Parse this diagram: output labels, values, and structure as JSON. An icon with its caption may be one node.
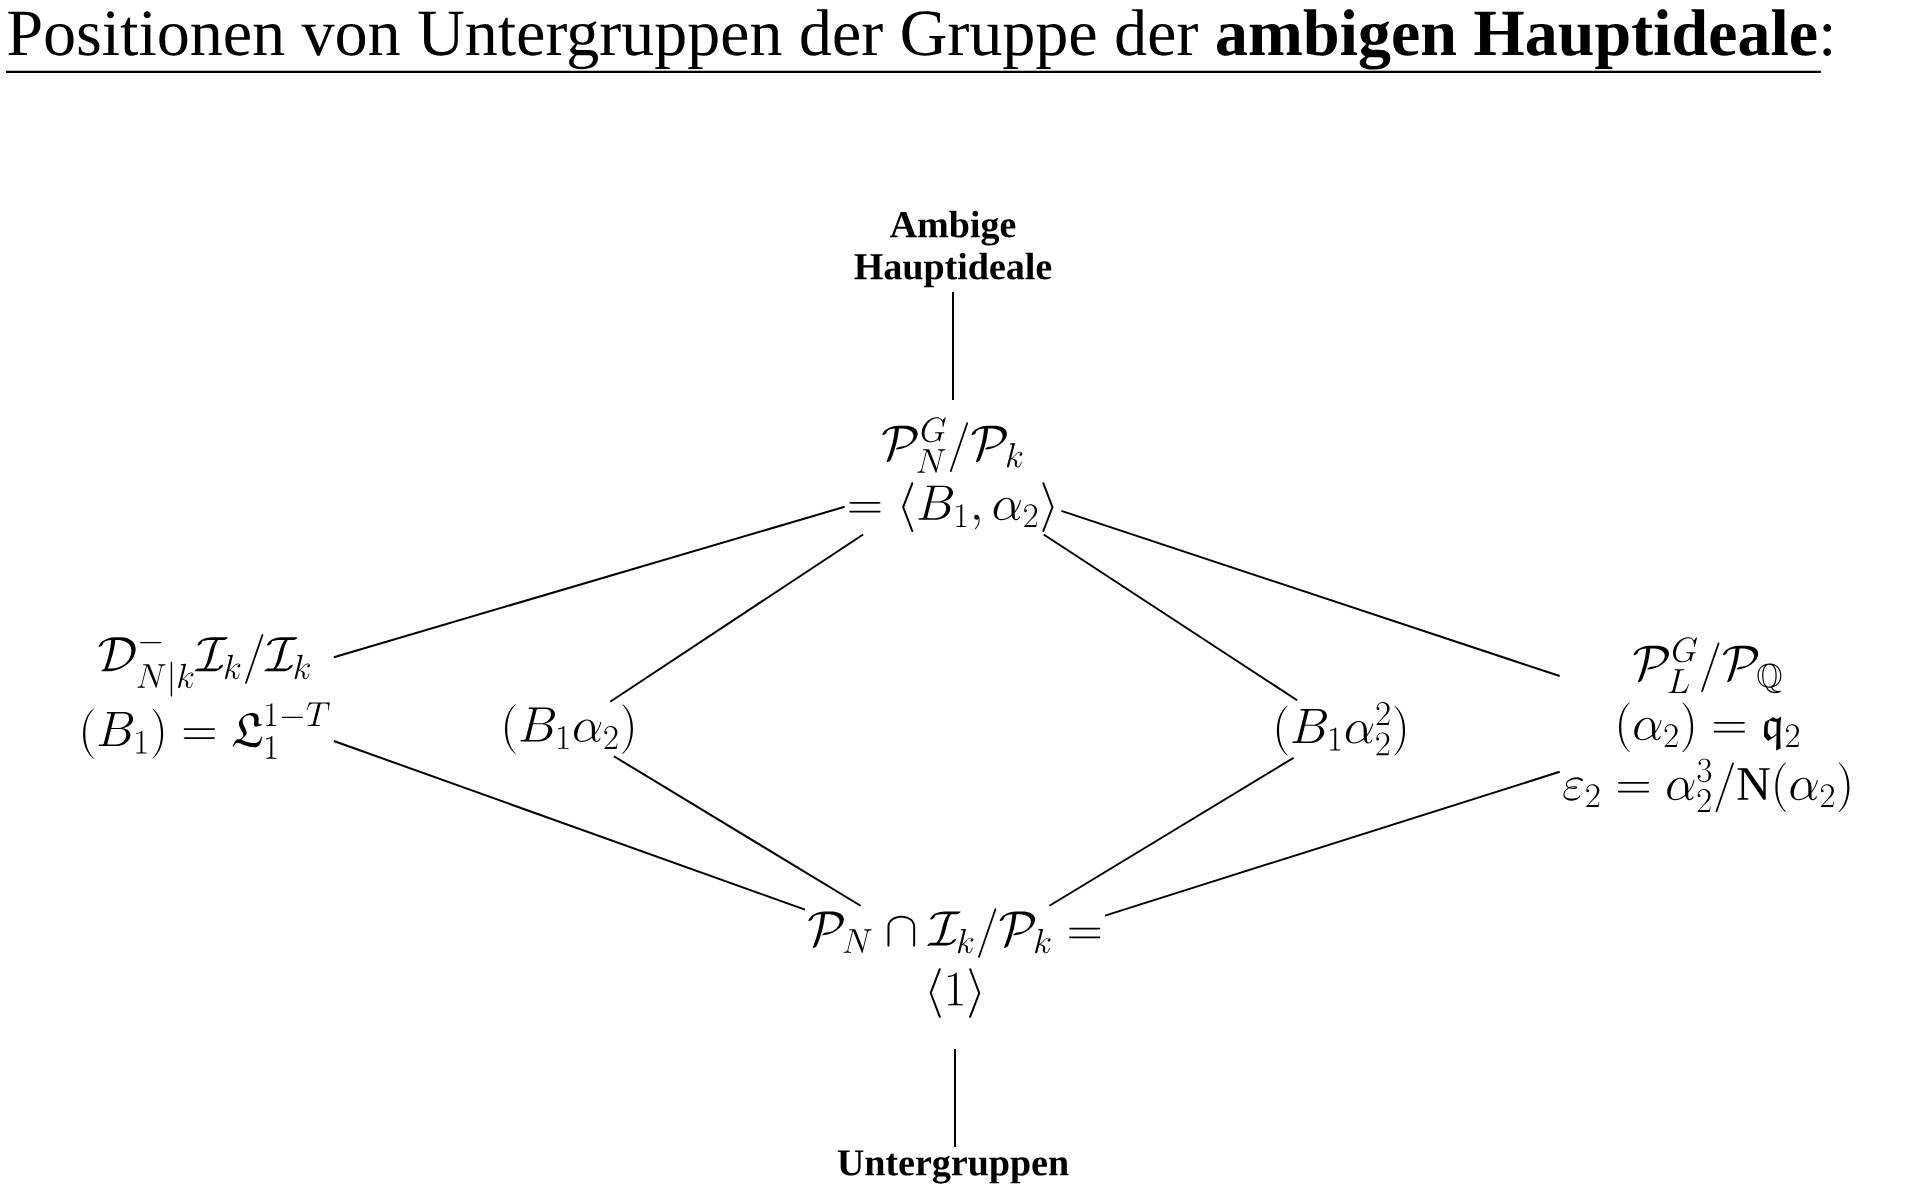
{
  "diagram": {
    "title": "Positionen von Untergruppen der Gruppe der **ambigen Hauptideale**:",
    "nodes": [
      {
        "text": [
          "Ambige Hauptideale"
        ]
      },
      {
        "text": [
          "\\mathcal{P}_N^G/\\mathcal{P}_k",
          "=\\langle B_1,\\alpha_2\\rangle"
        ]
      },
      {
        "text": [
          "\\mathcal{D}_{N|k}^{-}\\mathcal{I}_k/\\mathcal{I}_k",
          "(B_1)=\\mathfrak{L}_1^{1-T}"
        ]
      },
      {
        "text": [
          "(B_1\\alpha_2)"
        ]
      },
      {
        "text": [
          "(B_1\\alpha_2^2)"
        ]
      },
      {
        "text": [
          "\\mathcal{P}_L^G/\\mathcal{P}_{\\mathbb{Q}}",
          "(\\alpha_2)=\\mathfrak{q}_2",
          "\\varepsilon_2=\\alpha_2^3/\\mathrm{N}(\\alpha_2)"
        ]
      },
      {
        "text": [
          "\\mathcal{P}_N\\cap\\mathcal{I}_k/\\mathcal{P}_k=",
          "\\langle 1\\rangle"
        ]
      },
      {
        "text": [
          "Untergruppen"
        ]
      }
    ],
    "edges": [
      {
        "from": 0,
        "to": 1,
        "arrow": "none"
      },
      {
        "from": 1,
        "to": 2,
        "arrow": "none"
      },
      {
        "from": 1,
        "to": 3,
        "arrow": "none"
      },
      {
        "from": 1,
        "to": 4,
        "arrow": "none"
      },
      {
        "from": 1,
        "to": 5,
        "arrow": "none"
      },
      {
        "from": 2,
        "to": 6,
        "arrow": "none"
      },
      {
        "from": 3,
        "to": 6,
        "arrow": "none"
      },
      {
        "from": 4,
        "to": 6,
        "arrow": "none"
      },
      {
        "from": 5,
        "to": 6,
        "arrow": "none"
      },
      {
        "from": 6,
        "to": 7,
        "arrow": "none"
      }
    ]
  }
}
